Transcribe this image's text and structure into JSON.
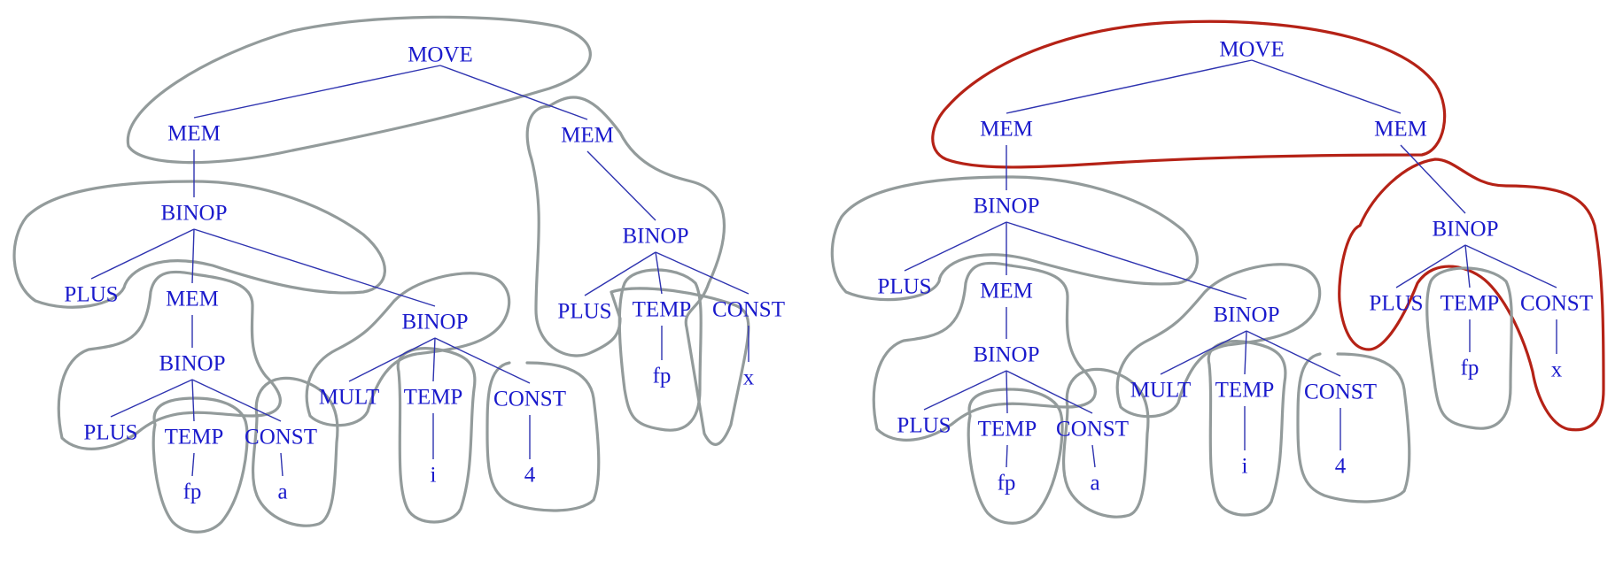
{
  "colors": {
    "node": "#1a1acc",
    "edge": "#2e33b0",
    "tile": "#939b9b",
    "highlight": "#b52216"
  },
  "trees": [
    {
      "nodes": [
        {
          "id": "move",
          "label": "MOVE"
        },
        {
          "id": "mem1",
          "label": "MEM"
        },
        {
          "id": "mem2",
          "label": "MEM"
        },
        {
          "id": "binop1",
          "label": "BINOP"
        },
        {
          "id": "plus1",
          "label": "PLUS"
        },
        {
          "id": "mem3",
          "label": "MEM"
        },
        {
          "id": "binop2",
          "label": "BINOP"
        },
        {
          "id": "plus2",
          "label": "PLUS"
        },
        {
          "id": "temp1",
          "label": "TEMP"
        },
        {
          "id": "const1",
          "label": "CONST"
        },
        {
          "id": "fp1",
          "label": "fp"
        },
        {
          "id": "a",
          "label": "a"
        },
        {
          "id": "binop3",
          "label": "BINOP"
        },
        {
          "id": "mult",
          "label": "MULT"
        },
        {
          "id": "temp2",
          "label": "TEMP"
        },
        {
          "id": "const2",
          "label": "CONST"
        },
        {
          "id": "i",
          "label": "i"
        },
        {
          "id": "four",
          "label": "4"
        },
        {
          "id": "binop4",
          "label": "BINOP"
        },
        {
          "id": "plus3",
          "label": "PLUS"
        },
        {
          "id": "temp3",
          "label": "TEMP"
        },
        {
          "id": "const3",
          "label": "CONST"
        },
        {
          "id": "fp2",
          "label": "fp"
        },
        {
          "id": "x",
          "label": "x"
        }
      ]
    },
    {
      "nodes": [
        {
          "id": "move",
          "label": "MOVE"
        },
        {
          "id": "mem1",
          "label": "MEM"
        },
        {
          "id": "mem2",
          "label": "MEM"
        },
        {
          "id": "binop1",
          "label": "BINOP"
        },
        {
          "id": "plus1",
          "label": "PLUS"
        },
        {
          "id": "mem3",
          "label": "MEM"
        },
        {
          "id": "binop2",
          "label": "BINOP"
        },
        {
          "id": "plus2",
          "label": "PLUS"
        },
        {
          "id": "temp1",
          "label": "TEMP"
        },
        {
          "id": "const1",
          "label": "CONST"
        },
        {
          "id": "fp1",
          "label": "fp"
        },
        {
          "id": "a",
          "label": "a"
        },
        {
          "id": "binop3",
          "label": "BINOP"
        },
        {
          "id": "mult",
          "label": "MULT"
        },
        {
          "id": "temp2",
          "label": "TEMP"
        },
        {
          "id": "const2",
          "label": "CONST"
        },
        {
          "id": "i",
          "label": "i"
        },
        {
          "id": "four",
          "label": "4"
        },
        {
          "id": "binop4",
          "label": "BINOP"
        },
        {
          "id": "plus3",
          "label": "PLUS"
        },
        {
          "id": "temp3",
          "label": "TEMP"
        },
        {
          "id": "const3",
          "label": "CONST"
        },
        {
          "id": "fp2",
          "label": "fp"
        },
        {
          "id": "x",
          "label": "x"
        }
      ]
    }
  ]
}
